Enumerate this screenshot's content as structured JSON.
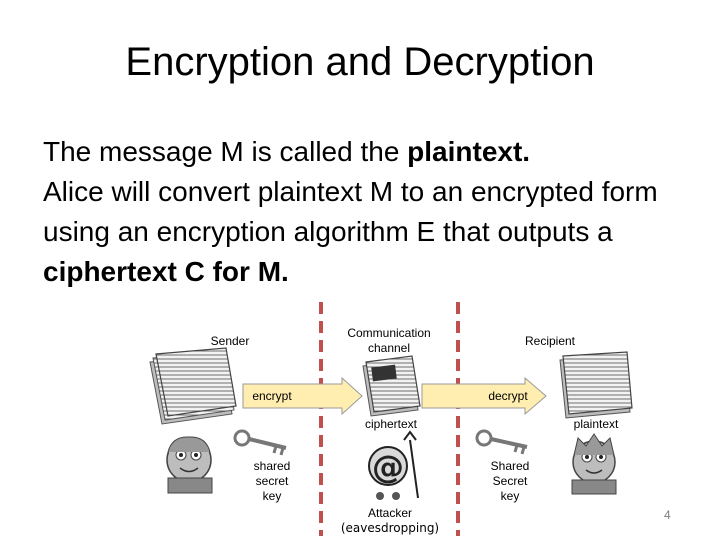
{
  "slide": {
    "title": "Encryption and Decryption",
    "para1_text": "The message M is called the ",
    "para1_bold": "plaintext.",
    "para2_text1": "Alice will convert plaintext M to an encrypted form using an encryption algorithm E that outputs a ",
    "para2_bold": "ciphertext C for M.",
    "page_number": "4"
  },
  "diagram": {
    "sender_label": "Sender",
    "channel_label_1": "Communication",
    "channel_label_2": "channel",
    "recipient_label": "Recipient",
    "encrypt_label": "encrypt",
    "decrypt_label": "decrypt",
    "ciphertext_label": "ciphertext",
    "plaintext_label": "plaintext",
    "shared_key_left_1": "shared",
    "shared_key_left_2": "secret",
    "shared_key_left_3": "key",
    "shared_key_right_1": "Shared",
    "shared_key_right_2": "Secret",
    "shared_key_right_3": "key",
    "attacker_label_1": "Attacker",
    "attacker_label_2": "(eavesdropping)",
    "colors": {
      "divider": "#c0504d",
      "arrow_fill": "#ffeeb0",
      "arrow_stroke": "#9a9a9a"
    }
  }
}
